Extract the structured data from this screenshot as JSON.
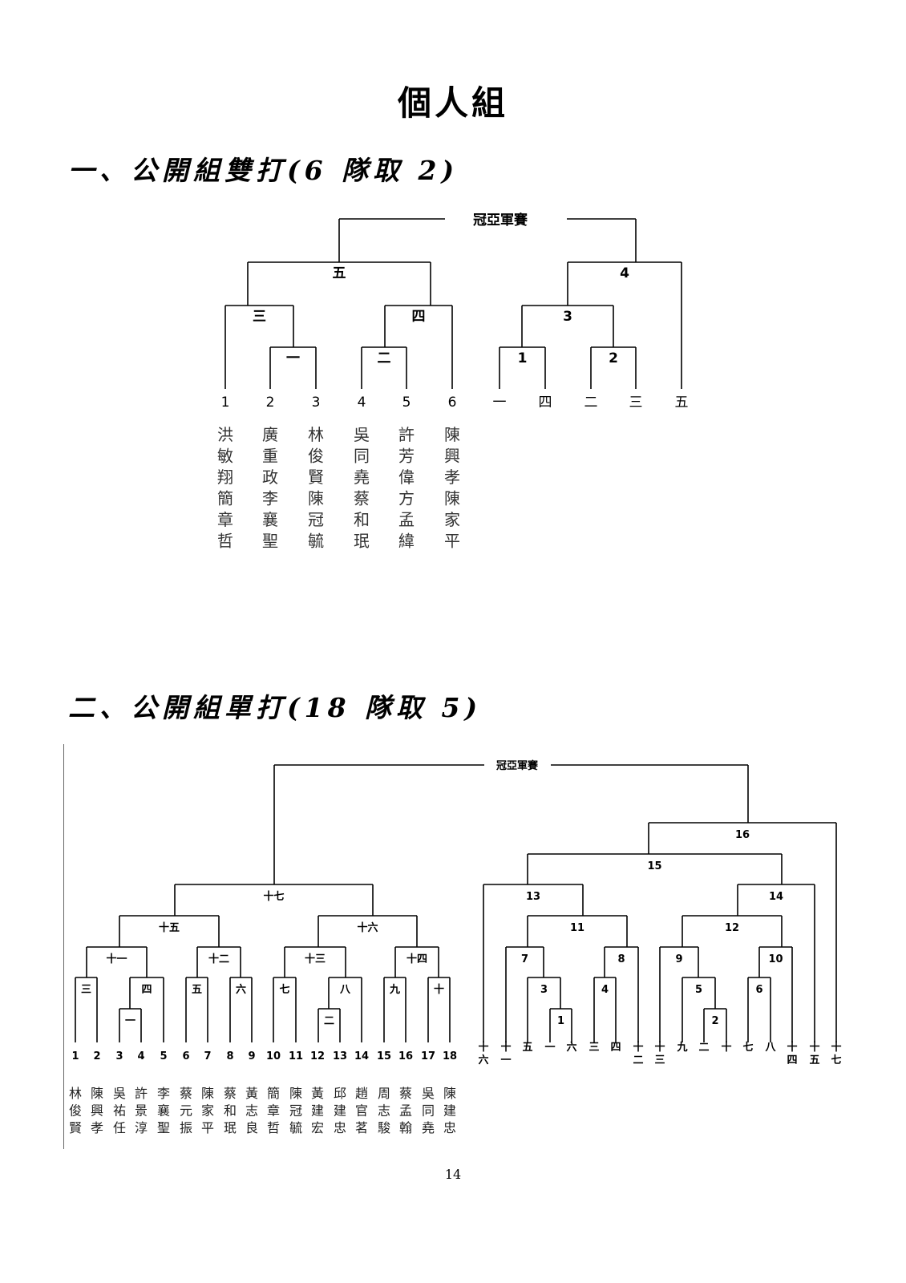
{
  "page_title": "個人組",
  "section1": {
    "heading": "一、公開組雙打(6 隊取 2)",
    "final_label": "冠亞軍賽",
    "match_labels": [
      "一",
      "二",
      "三",
      "四",
      "五",
      "1",
      "2",
      "3",
      "4"
    ],
    "seeds": [
      "1",
      "2",
      "3",
      "4",
      "5",
      "6"
    ],
    "second_stage_slots": [
      "一",
      "四",
      "二",
      "三",
      "五"
    ],
    "players": [
      [
        "洪",
        "敏",
        "翔",
        "簡",
        "章",
        "哲"
      ],
      [
        "廣",
        "重",
        "政",
        "李",
        "襄",
        "聖"
      ],
      [
        "林",
        "俊",
        "賢",
        "陳",
        "冠",
        "毓"
      ],
      [
        "吳",
        "同",
        "堯",
        "蔡",
        "和",
        "珉"
      ],
      [
        "許",
        "芳",
        "偉",
        "方",
        "孟",
        "緯"
      ],
      [
        "陳",
        "興",
        "孝",
        "陳",
        "家",
        "平"
      ]
    ]
  },
  "section2": {
    "heading": "二、公開組單打(18 隊取 5)",
    "final_label": "冠亞軍賽",
    "match_labels_left": [
      "一",
      "二",
      "三",
      "四",
      "五",
      "六",
      "七",
      "八",
      "九",
      "十",
      "十一",
      "十二",
      "十三",
      "十四",
      "十五",
      "十六",
      "十七"
    ],
    "match_labels_right": [
      "1",
      "2",
      "3",
      "4",
      "5",
      "6",
      "7",
      "8",
      "9",
      "10",
      "11",
      "12",
      "13",
      "14",
      "15",
      "16"
    ],
    "seeds": [
      "1",
      "2",
      "3",
      "4",
      "5",
      "6",
      "7",
      "8",
      "9",
      "10",
      "11",
      "12",
      "13",
      "14",
      "15",
      "16",
      "17",
      "18"
    ],
    "second_stage_slots": [
      [
        "十",
        "六"
      ],
      [
        "十",
        "一"
      ],
      [
        "五"
      ],
      [
        "一"
      ],
      [
        "六"
      ],
      [
        "三"
      ],
      [
        "四"
      ],
      [
        "十",
        "二"
      ],
      [
        "十",
        "三"
      ],
      [
        "九"
      ],
      [
        "二"
      ],
      [
        "十"
      ],
      [
        "七"
      ],
      [
        "八"
      ],
      [
        "十",
        "四"
      ],
      [
        "十",
        "五"
      ],
      [
        "十",
        "七"
      ]
    ],
    "players": [
      [
        "林",
        "俊",
        "賢"
      ],
      [
        "陳",
        "興",
        "孝"
      ],
      [
        "吳",
        "祐",
        "任"
      ],
      [
        "許",
        "景",
        "淳"
      ],
      [
        "李",
        "襄",
        "聖"
      ],
      [
        "蔡",
        "元",
        "振"
      ],
      [
        "陳",
        "家",
        "平"
      ],
      [
        "蔡",
        "和",
        "珉"
      ],
      [
        "黃",
        "志",
        "良"
      ],
      [
        "簡",
        "章",
        "哲"
      ],
      [
        "陳",
        "冠",
        "毓"
      ],
      [
        "黃",
        "建",
        "宏"
      ],
      [
        "邱",
        "建",
        "忠"
      ],
      [
        "趙",
        "官",
        "茗"
      ],
      [
        "周",
        "志",
        "駿"
      ],
      [
        "蔡",
        "孟",
        "翰"
      ],
      [
        "吳",
        "同",
        "堯"
      ],
      [
        "陳",
        "建",
        "忠"
      ]
    ]
  },
  "page_number": "14"
}
